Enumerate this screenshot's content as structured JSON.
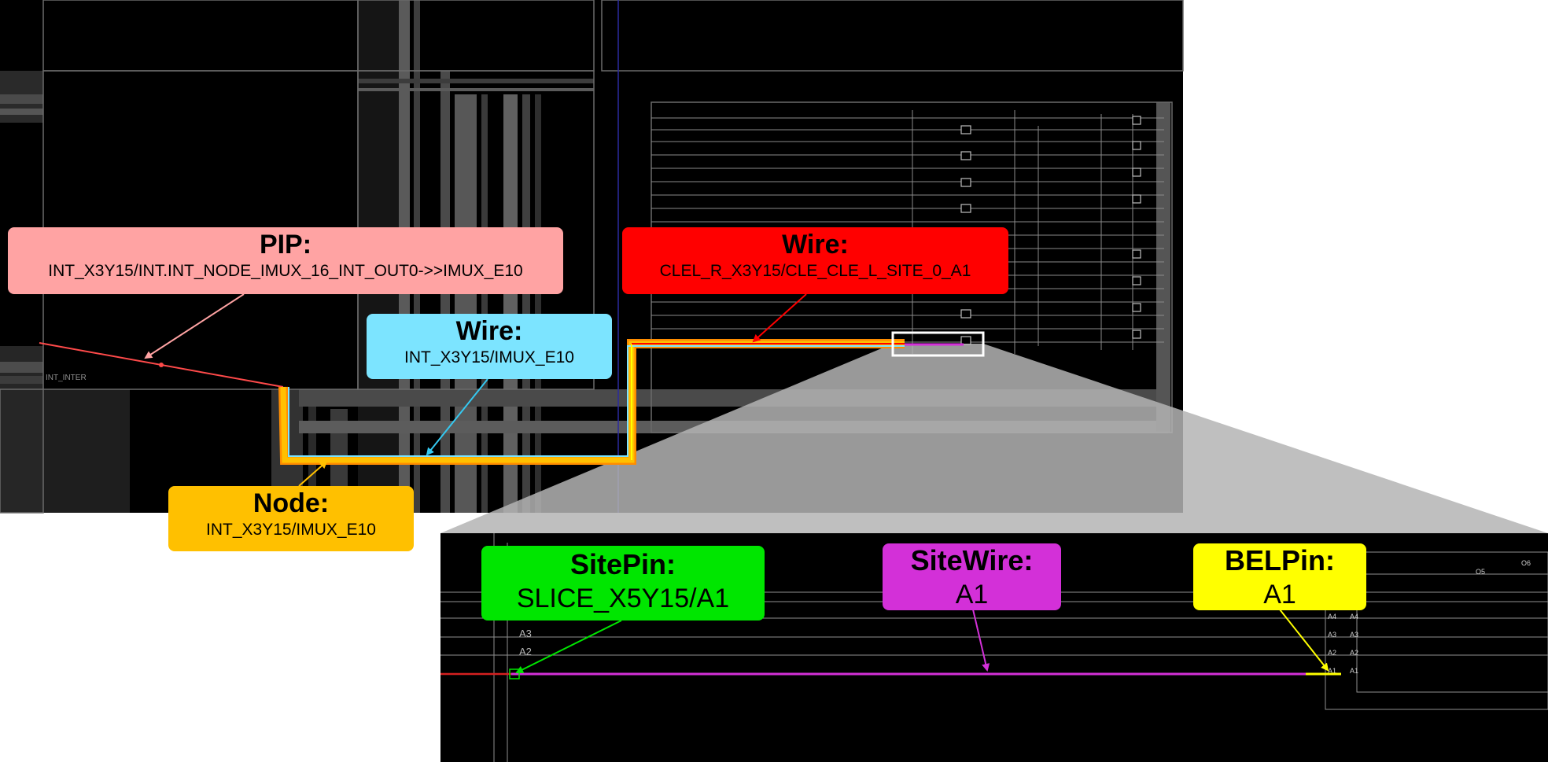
{
  "colors": {
    "pip": "#ffa3a3",
    "wire_red": "#ff0000",
    "wire_cyan": "#7ce4ff",
    "node": "#ffc000",
    "sitepin": "#00e600",
    "sitewire": "#d330d8",
    "belpin": "#ffff00",
    "routing_orange": "#ff8c00",
    "device_bg": "#000000",
    "device_lines": "#888888",
    "zoom_fan": "#b4b4b4"
  },
  "overview": {
    "tile_label": "INT_INTER"
  },
  "detail": {
    "pin_labels": [
      "A3",
      "A2"
    ],
    "bel_pin_labels": [
      "A4",
      "A3",
      "A2",
      "A1"
    ],
    "bel_pin_labels_right": [
      "A4",
      "A3",
      "A2",
      "A1"
    ],
    "bel_output_labels": [
      "O5",
      "O6"
    ]
  },
  "callouts": {
    "pip": {
      "title": "PIP:",
      "value": "INT_X3Y15/INT.INT_NODE_IMUX_16_INT_OUT0->>IMUX_E10"
    },
    "wire_clel": {
      "title": "Wire:",
      "value": "CLEL_R_X3Y15/CLE_CLE_L_SITE_0_A1"
    },
    "wire_int": {
      "title": "Wire:",
      "value": "INT_X3Y15/IMUX_E10"
    },
    "node": {
      "title": "Node:",
      "value": "INT_X3Y15/IMUX_E10"
    },
    "sitepin": {
      "title": "SitePin:",
      "value": "SLICE_X5Y15/A1"
    },
    "sitewire": {
      "title": "SiteWire:",
      "value": "A1"
    },
    "belpin": {
      "title": "BELPin:",
      "value": "A1"
    }
  }
}
